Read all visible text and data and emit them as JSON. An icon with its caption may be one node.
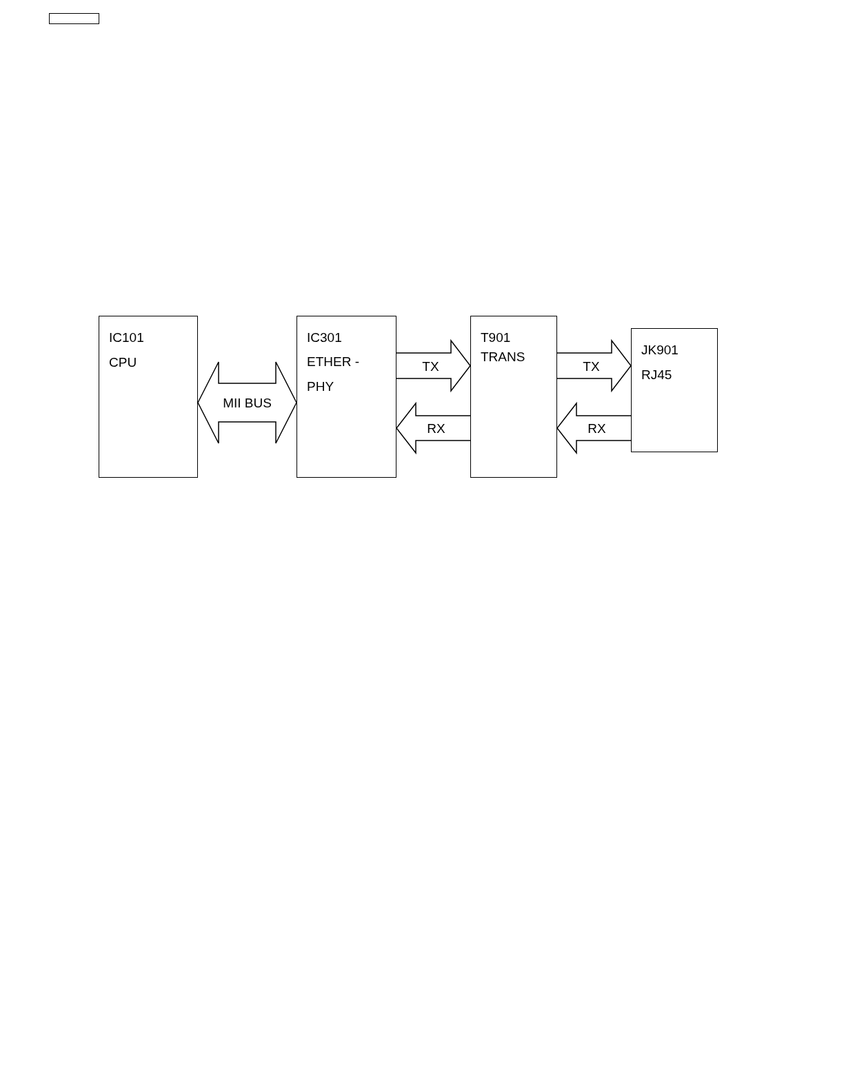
{
  "diagram": {
    "nodes": [
      {
        "text": [],
        "shape": "box"
      },
      {
        "text": [
          "IC101",
          "CPU"
        ]
      },
      {
        "text": [
          "IC301",
          "ETHER - PHY"
        ]
      },
      {
        "text": [
          "T901",
          "TRANS"
        ]
      },
      {
        "text": [
          "JK901",
          "RJ45"
        ]
      }
    ],
    "edges": [
      {
        "from": 1,
        "to": 2,
        "arrow": "both",
        "label": "MII BUS"
      },
      {
        "from": 2,
        "to": 3,
        "arrow": "to",
        "label": "TX"
      },
      {
        "from": 3,
        "to": 2,
        "arrow": "to",
        "label": "RX"
      },
      {
        "from": 3,
        "to": 4,
        "arrow": "to",
        "label": "TX"
      },
      {
        "from": 4,
        "to": 3,
        "arrow": "to",
        "label": "RX"
      }
    ]
  }
}
